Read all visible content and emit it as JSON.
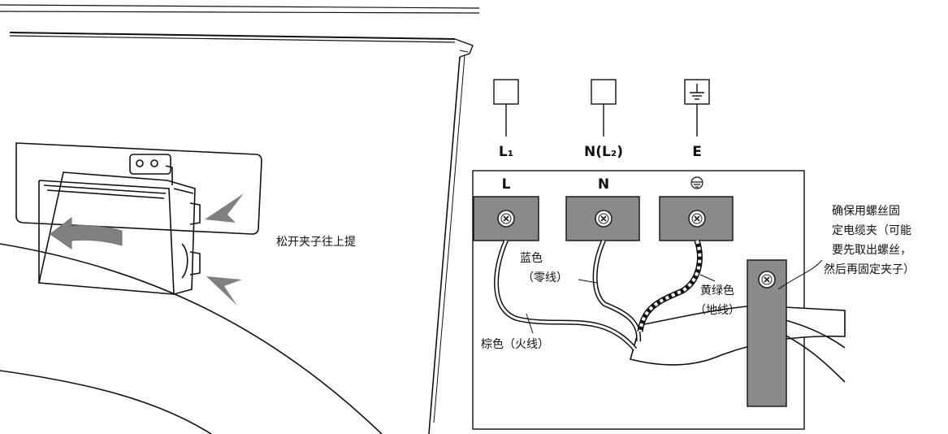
{
  "left_panel": {
    "instruction": "松开夹子往上提"
  },
  "supply_terminals": {
    "l1": "L₁",
    "n_l2": "N(L₂)",
    "e": "E"
  },
  "terminal_block": {
    "l": "L",
    "n": "N",
    "earth_symbol": "⏚"
  },
  "wire_labels": {
    "blue_line1": "蓝色",
    "blue_line2": "（零线）",
    "brown": "棕色（火线）",
    "yg_line1": "黄绿色",
    "yg_line2": "（地线）"
  },
  "note": {
    "line1": "确保用螺丝固",
    "line2": "定电缆夹（可能",
    "line3": "要先取出螺丝，",
    "line4": "然后再固定夹子）"
  }
}
